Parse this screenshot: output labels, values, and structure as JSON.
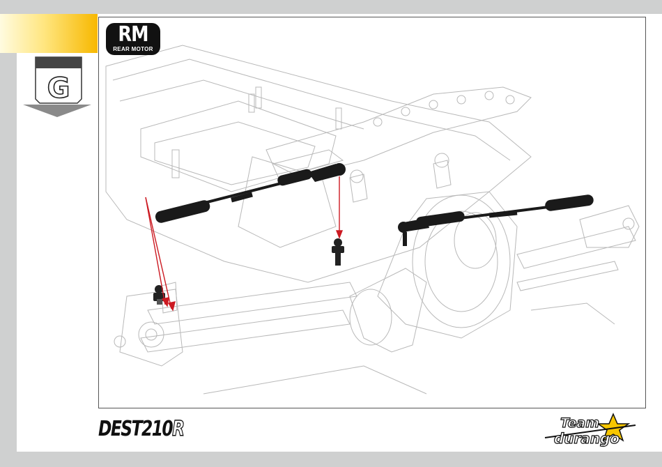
{
  "step": {
    "letter": "G"
  },
  "badge": {
    "code": "RM",
    "label": "REAR MOTOR"
  },
  "footer": {
    "model_main": "DEST210",
    "model_suffix": "R",
    "brand_line1": "Team",
    "brand_line2": "durango"
  },
  "colors": {
    "background": "#cfd0d0",
    "accent_yellow": "#f7b800",
    "leader_line": "#cc1a22",
    "part_dark": "#1a1a1a"
  }
}
